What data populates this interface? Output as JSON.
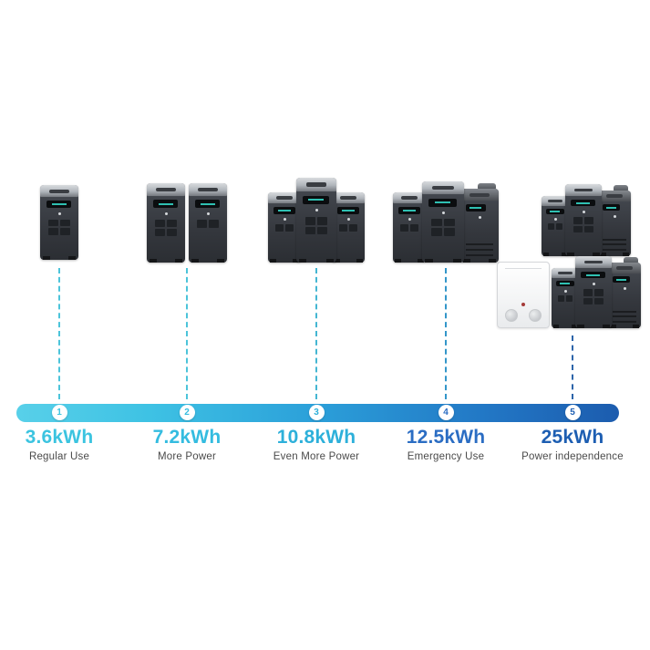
{
  "timeline": {
    "bar_colors": [
      "#58d0e9",
      "#3ec2e4",
      "#2b9fd9",
      "#2277c5",
      "#1c5cae"
    ],
    "connector_colors": [
      "#4cc4da",
      "#4cc4da",
      "#44b6d2",
      "#3396c9",
      "#2c64a9"
    ],
    "use_color": "#4a4a4a",
    "steps": [
      {
        "number": "1",
        "capacity": "3.6kWh",
        "use": "Regular Use",
        "accent": "#3cc4e0"
      },
      {
        "number": "2",
        "capacity": "7.2kWh",
        "use": "More Power",
        "accent": "#34bce0"
      },
      {
        "number": "3",
        "capacity": "10.8kWh",
        "use": "Even More Power",
        "accent": "#2db0da"
      },
      {
        "number": "4",
        "capacity": "12.5kWh",
        "use": "Emergency Use",
        "accent": "#2b6dc3"
      },
      {
        "number": "5",
        "capacity": "25kWh",
        "use": "Power independence",
        "accent": "#1d5eb2"
      }
    ]
  },
  "products": {
    "groups": [
      {
        "step": "1",
        "units": [
          "portable-power-station"
        ]
      },
      {
        "step": "2",
        "units": [
          "portable-power-station",
          "extra-battery"
        ]
      },
      {
        "step": "3",
        "units": [
          "extra-battery",
          "portable-power-station",
          "extra-battery"
        ]
      },
      {
        "step": "4",
        "units": [
          "extra-battery",
          "portable-power-station",
          "smart-generator"
        ]
      },
      {
        "step": "5",
        "rows": [
          [
            "extra-battery",
            "portable-power-station",
            "smart-generator"
          ],
          [
            "double-voltage-hub",
            "extra-battery",
            "portable-power-station",
            "smart-generator"
          ]
        ]
      }
    ]
  }
}
